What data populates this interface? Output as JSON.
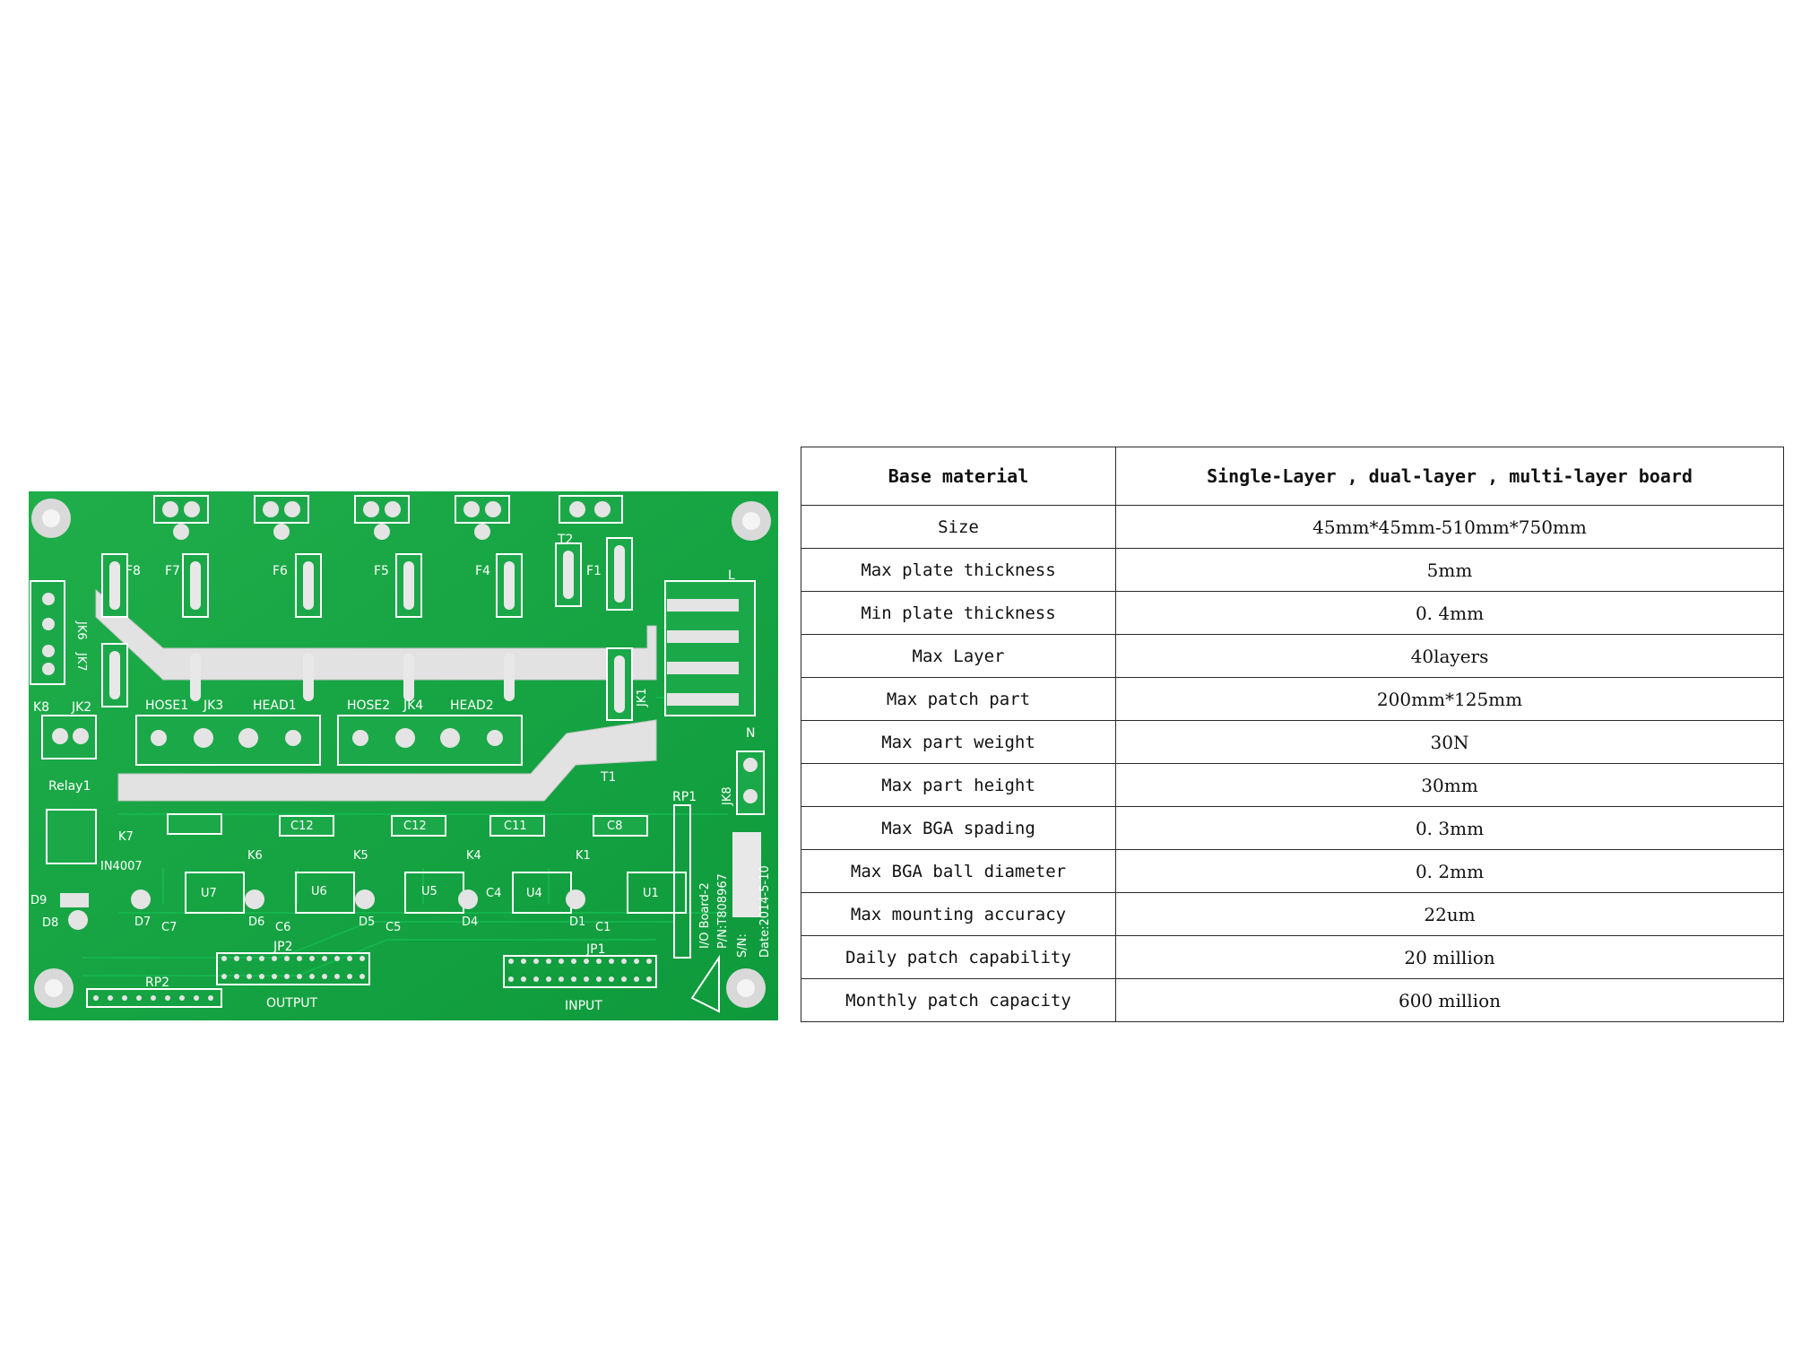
{
  "pcb": {
    "labels": {
      "f8": "F8",
      "f7": "F7",
      "f6": "F6",
      "f5": "F5",
      "f4": "F4",
      "f1": "F1",
      "t2": "T2",
      "jk6": "JK6",
      "jk7": "JK7",
      "jk2": "JK2",
      "jk3": "JK3",
      "jk4": "JK4",
      "jk1": "JK1",
      "jk8": "JK8",
      "k8": "K8",
      "hose1": "HOSE1",
      "head1": "HEAD1",
      "hose2": "HOSE2",
      "head2": "HEAD2",
      "relay1": "Relay1",
      "t1": "T1",
      "rp1": "RP1",
      "rp2": "RP2",
      "jp2": "JP2",
      "jp1": "JP1",
      "output": "OUTPUT",
      "input": "INPUT",
      "in4007": "IN4007",
      "d9": "D9",
      "d8": "D8",
      "d7": "D7",
      "d6": "D6",
      "d5": "D5",
      "d4": "D4",
      "d1": "D1",
      "u7": "U7",
      "u6": "U6",
      "u5": "U5",
      "u4": "U4",
      "u1": "U1",
      "c7": "C7",
      "c6": "C6",
      "c5": "C5",
      "c4": "C4",
      "c1": "C1",
      "c12a": "C12",
      "c12b": "C12",
      "c11": "C11",
      "c8": "C8",
      "k7": "K7",
      "k6": "K6",
      "k5": "K5",
      "k4": "K4",
      "k1": "K1",
      "n": "N",
      "l": "L",
      "board_name": "I/O Board-2",
      "part_no": "P/N:T808967",
      "sn": "S/N:",
      "date": "Date:2014-5-10"
    }
  },
  "table": {
    "header": {
      "param": "Base material",
      "value": "Single-Layer , dual-layer , multi-layer board"
    },
    "rows": [
      {
        "param": "Size",
        "value": "45mm*45mm-510mm*750mm"
      },
      {
        "param": "Max plate thickness",
        "value": "5mm"
      },
      {
        "param": "Min plate thickness",
        "value": "0. 4mm"
      },
      {
        "param": "Max Layer",
        "value": "40layers"
      },
      {
        "param": "Max patch part",
        "value": "200mm*125mm"
      },
      {
        "param": "Max part weight",
        "value": "30N"
      },
      {
        "param": "Max part height",
        "value": "30mm"
      },
      {
        "param": "Max BGA spading",
        "value": "0. 3mm"
      },
      {
        "param": "Max BGA ball diameter",
        "value": "0. 2mm"
      },
      {
        "param": "Max mounting accuracy",
        "value": "22um"
      },
      {
        "param": "Daily patch capability",
        "value": "20 million"
      },
      {
        "param": "Monthly patch capacity",
        "value": "600 million"
      }
    ]
  }
}
